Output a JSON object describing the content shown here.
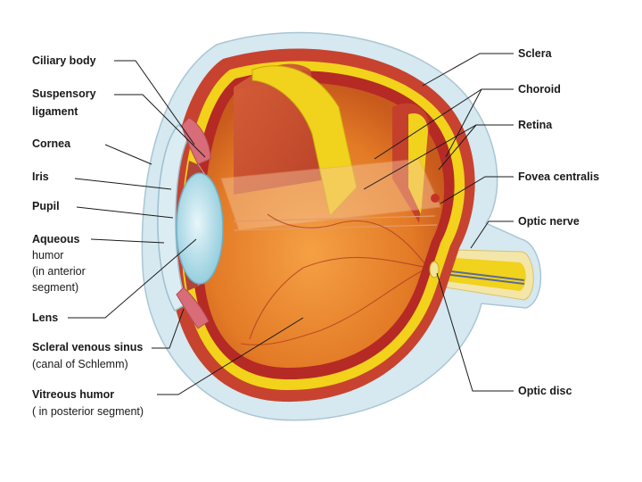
{
  "labels": {
    "ciliary_body": "Ciliary body",
    "suspensory_ligament_1": "Suspensory",
    "suspensory_ligament_2": "ligament",
    "cornea": "Cornea",
    "iris": "Iris",
    "pupil": "Pupil",
    "aqueous_1": "Aqueous",
    "aqueous_2": "humor",
    "aqueous_3": "(in anterior",
    "aqueous_4": "segment)",
    "lens": "Lens",
    "scleral_1": "Scleral venous sinus",
    "scleral_2": "(canal of Schlemm)",
    "vitreous_1": "Vitreous humor",
    "vitreous_2": "( in posterior segment)",
    "sclera": "Sclera",
    "choroid": "Choroid",
    "retina": "Retina",
    "fovea": "Fovea centralis",
    "optic_nerve": "Optic nerve",
    "optic_disc": "Optic disc"
  },
  "colors": {
    "sclera_outer": "#d4e6ef",
    "sclera_band": "#c23a2c",
    "choroid": "#a81e22",
    "retina": "#f2d21a",
    "vitreous": "#e8872e",
    "lens": "#bfe3ee",
    "leader_line": "#1a1a1a"
  }
}
